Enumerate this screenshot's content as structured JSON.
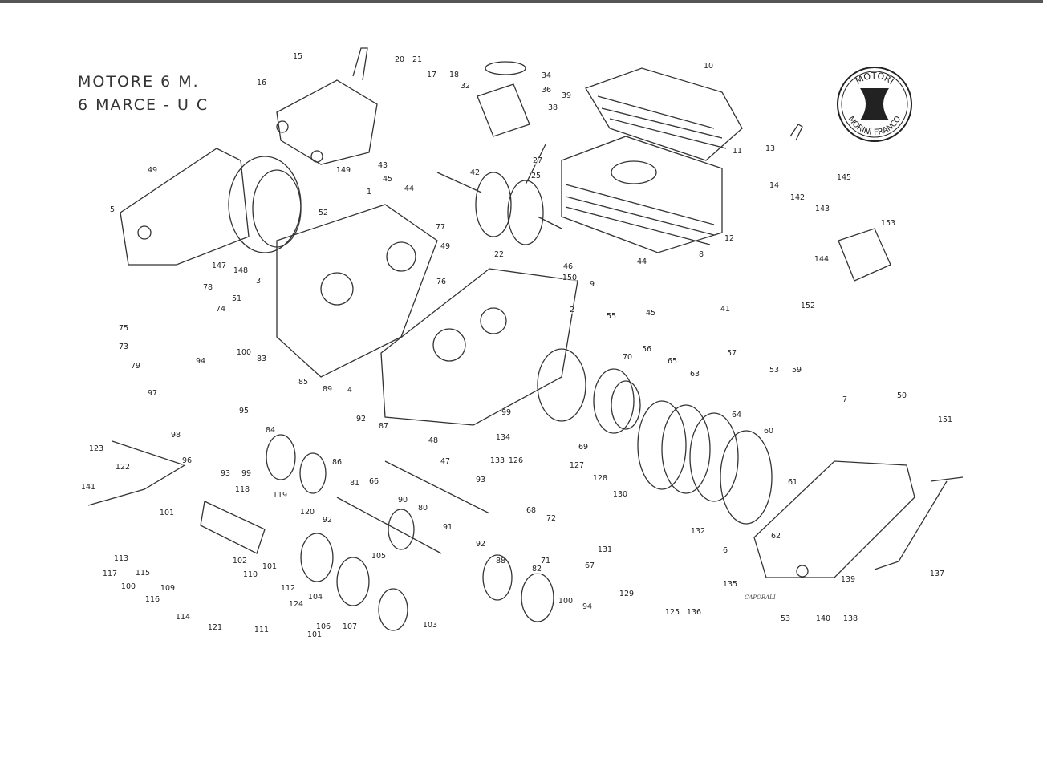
{
  "title": {
    "line1": "MOTORE 6 M.",
    "line2": "6 MARCE - U C"
  },
  "logo": {
    "top_text": "MOTORI",
    "bottom_text": "MORINI FRANCO"
  },
  "signature": "CAPORALI",
  "part_labels": [
    "15",
    "16",
    "20",
    "21",
    "17",
    "18",
    "34",
    "32",
    "36",
    "10",
    "38",
    "39",
    "49",
    "5",
    "149",
    "43",
    "45",
    "44",
    "42",
    "27",
    "25",
    "1",
    "13",
    "145",
    "11",
    "14",
    "52",
    "147",
    "148",
    "77",
    "49",
    "76",
    "22",
    "46",
    "150",
    "142",
    "143",
    "144",
    "153",
    "12",
    "8",
    "9",
    "44",
    "45",
    "41",
    "152",
    "78",
    "3",
    "51",
    "74",
    "75",
    "73",
    "79",
    "2",
    "55",
    "94",
    "100",
    "83",
    "85",
    "4",
    "89",
    "97",
    "98",
    "95",
    "96",
    "123",
    "122",
    "141",
    "93",
    "99",
    "84",
    "86",
    "92",
    "87",
    "48",
    "47",
    "134",
    "133",
    "126",
    "66",
    "99",
    "69",
    "70",
    "56",
    "65",
    "63",
    "57",
    "53",
    "59",
    "64",
    "60",
    "7",
    "50",
    "151",
    "118",
    "119",
    "120",
    "101",
    "81",
    "80",
    "92",
    "90",
    "127",
    "128",
    "130",
    "68",
    "72",
    "93",
    "132",
    "61",
    "62",
    "102",
    "101",
    "117",
    "113",
    "100",
    "115",
    "116",
    "109",
    "105",
    "91",
    "92",
    "131",
    "71",
    "67",
    "6",
    "137",
    "110",
    "112",
    "124",
    "114",
    "104",
    "106",
    "107",
    "88",
    "82",
    "100",
    "94",
    "129",
    "125",
    "136",
    "135",
    "121",
    "111",
    "101",
    "103",
    "53",
    "140",
    "139",
    "138"
  ]
}
